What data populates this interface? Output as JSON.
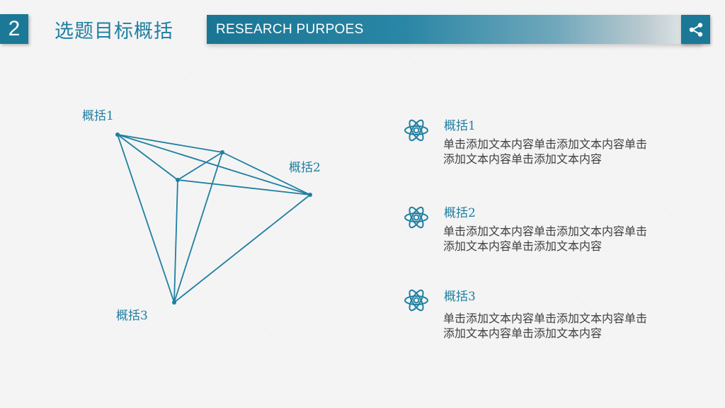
{
  "header": {
    "number": "2",
    "title": "选题目标概括",
    "subtitle_en": "RESEARCH PURPOES",
    "share_icon": "share-icon"
  },
  "diagram": {
    "labels": [
      "概括1",
      "概括2",
      "概括3"
    ]
  },
  "items": [
    {
      "icon": "atom-icon",
      "title": "概括1",
      "text": "单击添加文本内容单击添加文本内容单击添加文本内容单击添加文本内容"
    },
    {
      "icon": "atom-icon",
      "title": "概括2",
      "text": "单击添加文本内容单击添加文本内容单击添加文本内容单击添加文本内容"
    },
    {
      "icon": "atom-icon",
      "title": "概括3",
      "text": "单击添加文本内容单击添加文本内容单击添加文本内容单击添加文本内容"
    }
  ],
  "colors": {
    "accent": "#1b7896",
    "title": "#1f7fa1",
    "text": "#404040"
  }
}
